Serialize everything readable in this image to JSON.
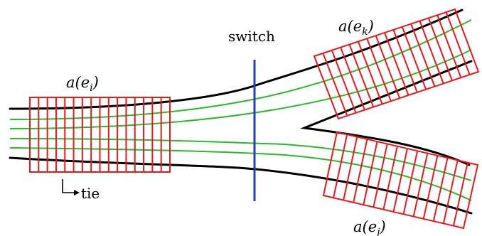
{
  "labels": {
    "a_ei": "a(e_i)",
    "a_ek": "a(e_k)",
    "a_ej": "a(e_j)",
    "switch": "switch",
    "tie": "tie"
  },
  "colors": {
    "rail": "#000000",
    "track_center": "#2eb82e",
    "tie": "#e8191c",
    "switch_line": "#1f3fbf",
    "background": "#ffffff"
  },
  "tie_counts": {
    "a_ei": 15,
    "a_ek": 15,
    "a_ej": 13
  }
}
